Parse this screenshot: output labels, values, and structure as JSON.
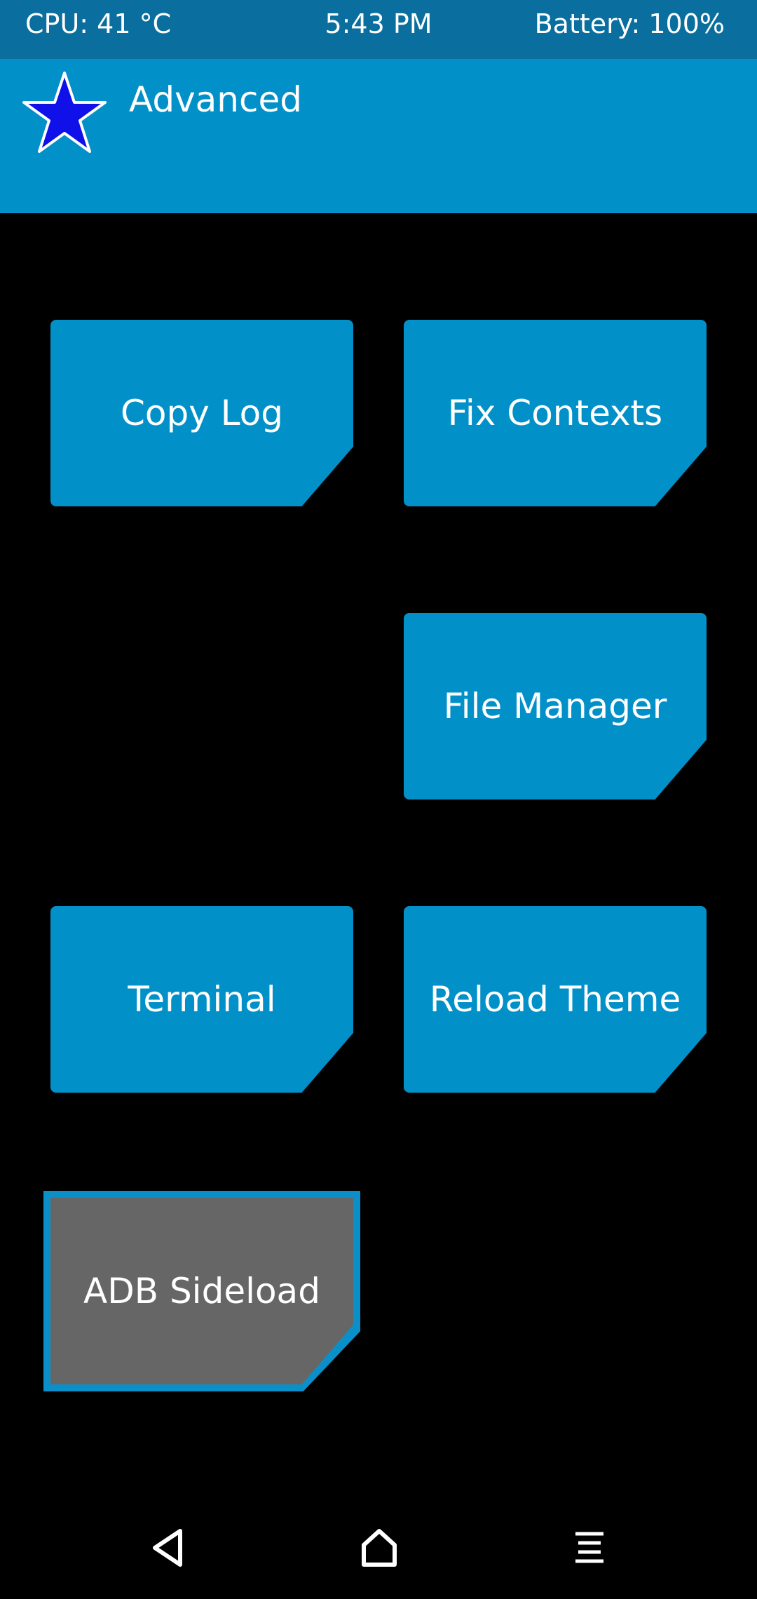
{
  "status_bar": {
    "cpu": "CPU: 41 °C",
    "time": "5:43 PM",
    "battery": "Battery: 100%"
  },
  "header": {
    "icon": "star-icon",
    "title": "Advanced"
  },
  "tiles": {
    "copy_log": "Copy Log",
    "fix_contexts": "Fix Contexts",
    "file_manager": "File Manager",
    "terminal": "Terminal",
    "reload_theme": "Reload Theme",
    "adb_sideload": "ADB Sideload"
  },
  "nav_bar": {
    "back_icon": "back-triangle-icon",
    "home_icon": "home-icon",
    "menu_icon": "menu-lines-icon"
  },
  "colors": {
    "status_bar": "#0a6e9e",
    "header": "#0290c9",
    "tile": "#0290c9",
    "tile_selected": "#666666",
    "background": "#000000"
  }
}
